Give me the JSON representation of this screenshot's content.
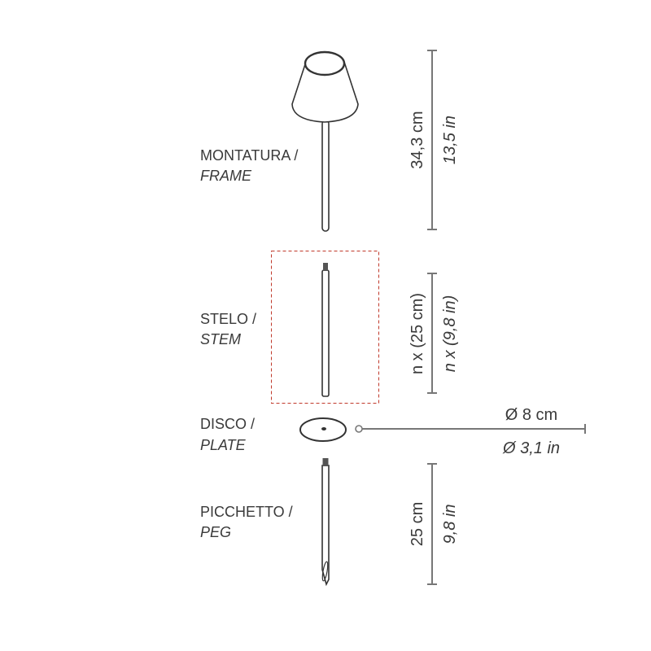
{
  "parts": [
    {
      "label_it": "MONTATURA /",
      "label_en": "FRAME",
      "dim_cm": "34,3 cm",
      "dim_in": "13,5 in"
    },
    {
      "label_it": "STELO /",
      "label_en": "STEM",
      "dim_cm": "n x (25 cm)",
      "dim_in": "n x (9,8 in)"
    },
    {
      "label_it": "DISCO /",
      "label_en": "PLATE",
      "dim_cm": "Ø 8 cm",
      "dim_in": "Ø 3,1 in"
    },
    {
      "label_it": "PICCHETTO /",
      "label_en": "PEG",
      "dim_cm": "25 cm",
      "dim_in": "9,8 in"
    }
  ],
  "colors": {
    "highlight_box": "#c0392b",
    "line": "#333333",
    "dimension_line": "#777777"
  }
}
